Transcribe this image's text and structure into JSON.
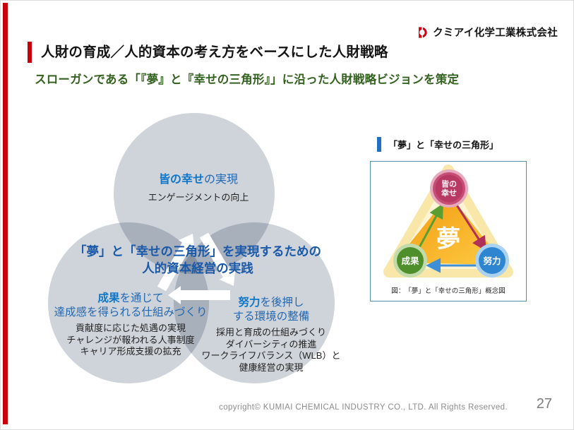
{
  "logo": {
    "company": "クミアイ化学工業株式会社"
  },
  "header": {
    "title": "人財の育成／人的資本の考え方をベースにした人財戦略",
    "subtitle": "スローガンである「『夢』と『幸せの三角形』」に沿った人財戦略ビジョンを策定"
  },
  "venn": {
    "top": {
      "keyword": "皆の幸せ",
      "rest": "の実現",
      "sub": "エンゲージメントの向上"
    },
    "center": {
      "line1": "「夢」と「幸せの三角形」を実現するための",
      "line2": "人的資本経営の実践"
    },
    "left": {
      "keyword": "成果",
      "rest": "を通じて",
      "line2": "達成感を得られる仕組みづくり",
      "items": [
        "貢献度に応じた処遇の実現",
        "チャレンジが報われる人事制度",
        "キャリア形成支援の拡充"
      ]
    },
    "right": {
      "keyword": "努力",
      "rest": "を後押し",
      "line2": "する環境の整備",
      "items": [
        "採用と育成の仕組みづくり",
        "ダイバーシティの推進",
        "ワークライフバランス（WLB）と",
        "健康経営の実現"
      ]
    }
  },
  "panel": {
    "header": "「夢」と「幸せの三角形」",
    "triangle": {
      "center": "夢",
      "top": [
        "皆の",
        "幸せ"
      ],
      "left": "成果",
      "right": "努力"
    },
    "caption": "図：　「夢」と「幸せの三角形」概念図"
  },
  "footer": {
    "copyright": "copyright© KUMIAI CHEMICAL INDUSTRY CO., LTD. All Rights Reserved.",
    "page": "27"
  },
  "colors": {
    "accent_red": "#c7000b",
    "accent_blue": "#1f6fc4",
    "keyword_blue": "#0e76c9",
    "center_blue": "#1a58a8",
    "subtitle_green": "#33611f",
    "circle_gray": "#cfd4db",
    "triangle_orange": "#f5a81e",
    "node_red": "#b83a64",
    "node_green": "#4f8f2b",
    "node_blue": "#2e86d0"
  }
}
